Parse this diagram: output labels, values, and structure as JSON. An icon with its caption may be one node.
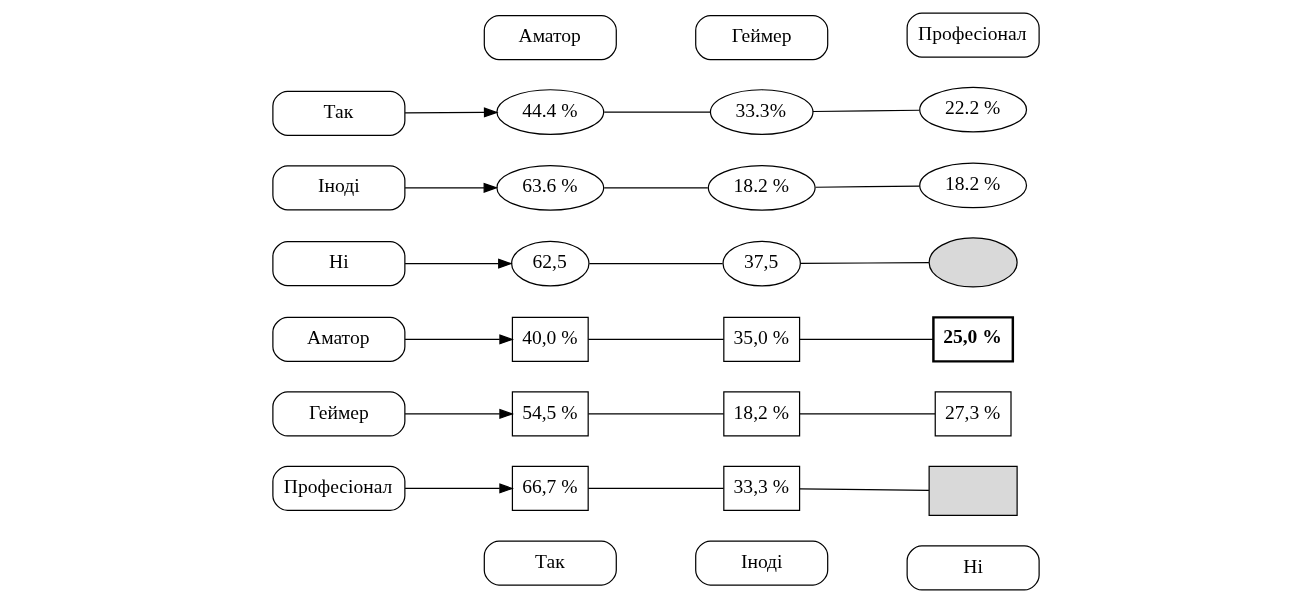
{
  "diagram": {
    "nodes": [
      {
        "text": [
          "Аматор"
        ]
      },
      {
        "text": [
          "Геймер"
        ]
      },
      {
        "text": [
          "Професіонал"
        ]
      },
      {
        "text": [
          "Так"
        ]
      },
      {
        "text": [
          "44.4 %"
        ]
      },
      {
        "text": [
          "33.3%"
        ]
      },
      {
        "text": [
          "22.2 %"
        ]
      },
      {
        "text": [
          "Іноді"
        ]
      },
      {
        "text": [
          "63.6 %"
        ]
      },
      {
        "text": [
          "18.2 %"
        ]
      },
      {
        "text": [
          "18.2 %"
        ]
      },
      {
        "text": [
          "Ні"
        ]
      },
      {
        "text": [
          "62,5"
        ]
      },
      {
        "text": [
          "37,5"
        ]
      },
      {
        "text": [],
        "shape": "ellipse"
      },
      {
        "text": [
          "Аматор"
        ]
      },
      {
        "text": [
          "40,0 %"
        ]
      },
      {
        "text": [
          "35,0 %"
        ]
      },
      {
        "text": [
          "25,0 %"
        ]
      },
      {
        "text": [
          "Геймер"
        ]
      },
      {
        "text": [
          "54,5 %"
        ]
      },
      {
        "text": [
          "18,2 %"
        ]
      },
      {
        "text": [
          "27,3 %"
        ]
      },
      {
        "text": [
          "Професіонал"
        ]
      },
      {
        "text": [
          "66,7 %"
        ]
      },
      {
        "text": [
          "33,3 %"
        ]
      },
      {
        "text": [],
        "shape": "box"
      },
      {
        "text": [
          "Так"
        ]
      },
      {
        "text": [
          "Іноді"
        ]
      },
      {
        "text": [
          "Ні"
        ]
      }
    ],
    "edges": [
      {
        "from": 3,
        "to": 4,
        "arrow": "to"
      },
      {
        "from": 4,
        "to": 5,
        "arrow": "none"
      },
      {
        "from": 5,
        "to": 6,
        "arrow": "none"
      },
      {
        "from": 7,
        "to": 8,
        "arrow": "to"
      },
      {
        "from": 8,
        "to": 9,
        "arrow": "none"
      },
      {
        "from": 9,
        "to": 10,
        "arrow": "none"
      },
      {
        "from": 11,
        "to": 12,
        "arrow": "to"
      },
      {
        "from": 12,
        "to": 13,
        "arrow": "none"
      },
      {
        "from": 13,
        "to": 14,
        "arrow": "none"
      },
      {
        "from": 15,
        "to": 16,
        "arrow": "to"
      },
      {
        "from": 16,
        "to": 17,
        "arrow": "none"
      },
      {
        "from": 17,
        "to": 18,
        "arrow": "none"
      },
      {
        "from": 19,
        "to": 20,
        "arrow": "to"
      },
      {
        "from": 20,
        "to": 21,
        "arrow": "none"
      },
      {
        "from": 21,
        "to": 22,
        "arrow": "none"
      },
      {
        "from": 23,
        "to": 24,
        "arrow": "to"
      },
      {
        "from": 24,
        "to": 25,
        "arrow": "none"
      },
      {
        "from": 25,
        "to": 26,
        "arrow": "none"
      }
    ]
  }
}
